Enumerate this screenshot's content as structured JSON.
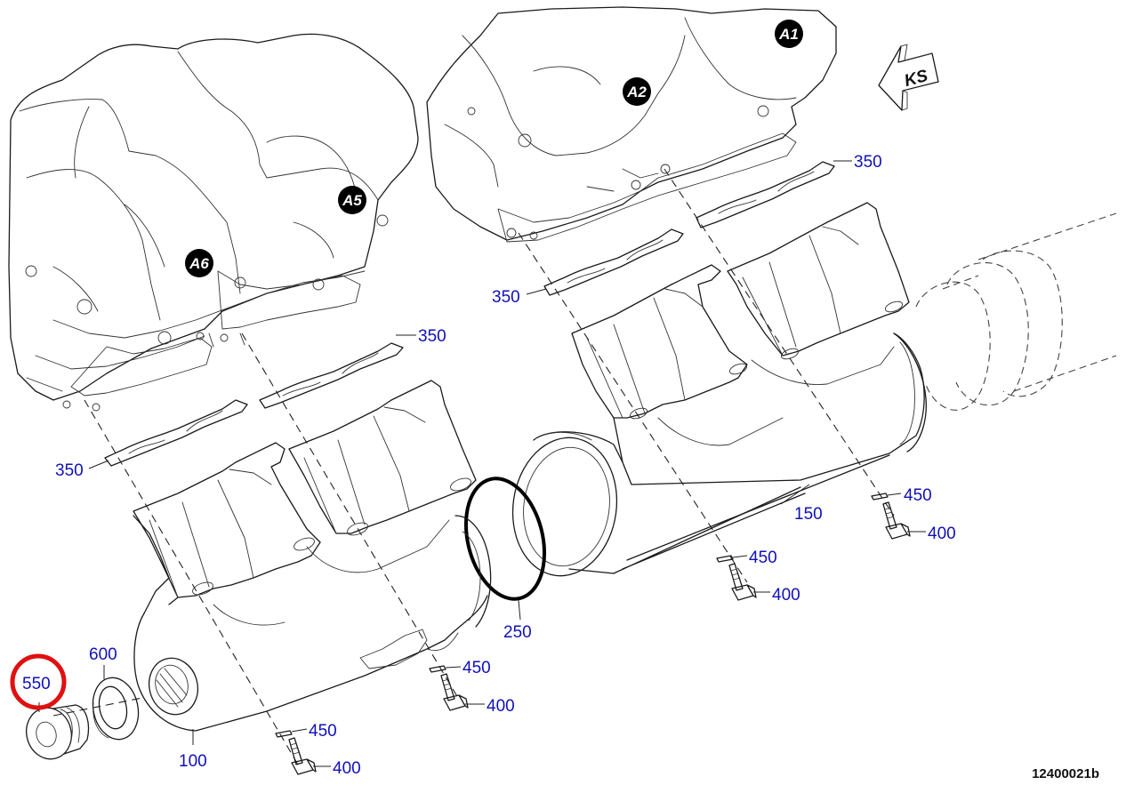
{
  "drawing_number": "12400021b",
  "direction_arrow_label": "KS",
  "cylinder_badges": [
    "A1",
    "A2",
    "A5",
    "A6"
  ],
  "highlighted_item": "550",
  "highlight_color": "#e01010",
  "callout_color": "#1010b8",
  "callouts": {
    "c350_a": "350",
    "c350_b": "350",
    "c350_c": "350",
    "c350_d": "350",
    "c150": "150",
    "c250": "250",
    "c100": "100",
    "c600": "600",
    "c550": "550",
    "c450_a": "450",
    "c450_b": "450",
    "c450_c": "450",
    "c450_d": "450",
    "c400_a": "400",
    "c400_b": "400",
    "c400_c": "400",
    "c400_d": "400"
  }
}
